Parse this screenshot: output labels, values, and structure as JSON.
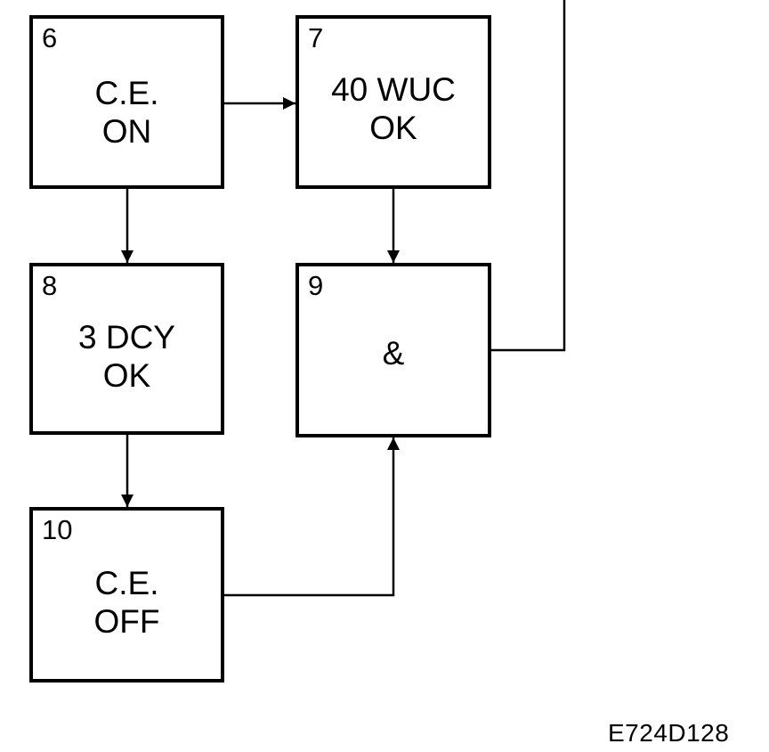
{
  "blocks": [
    {
      "number": "6",
      "line1": "C.E.",
      "line2": "ON"
    },
    {
      "number": "7",
      "line1": "40 WUC",
      "line2": "OK"
    },
    {
      "number": "8",
      "line1": "3 DCY",
      "line2": "OK"
    },
    {
      "number": "9",
      "line1": "&",
      "line2": ""
    },
    {
      "number": "10",
      "line1": "C.E.",
      "line2": "OFF"
    }
  ],
  "figure_id": "E724D128"
}
